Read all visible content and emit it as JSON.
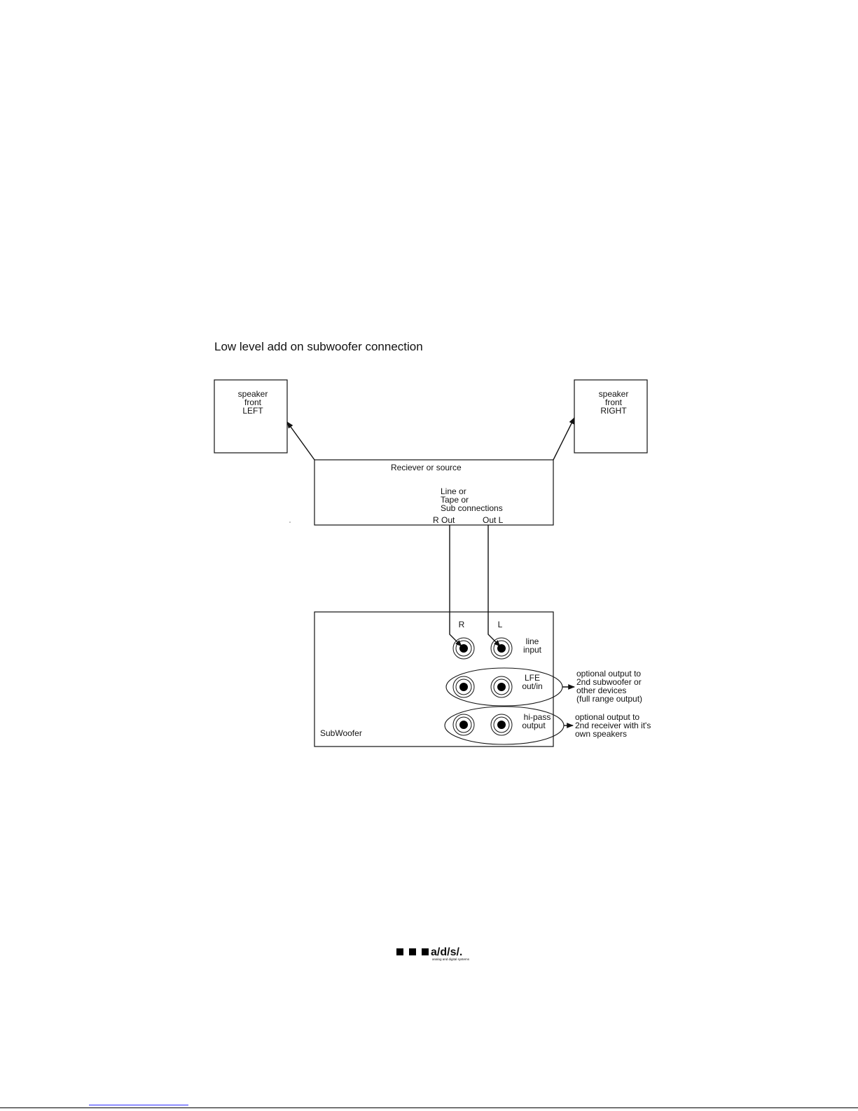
{
  "title": "Low level add on subwoofer connection",
  "speaker_left": {
    "lines": [
      "speaker",
      "front",
      "LEFT"
    ]
  },
  "speaker_right": {
    "lines": [
      "speaker",
      "front",
      "RIGHT"
    ]
  },
  "receiver": {
    "label": "Reciever or source",
    "connections_lines": [
      "Line or",
      "Tape or",
      "Sub connections"
    ],
    "r_out": "R Out",
    "l_out": "Out L"
  },
  "subwoofer": {
    "label": "SubWoofer",
    "channel_r": "R",
    "channel_l": "L",
    "line_input_lines": [
      "line",
      "input"
    ],
    "lfe_lines": [
      "LFE",
      "out/in"
    ],
    "hipass_lines": [
      "hi-pass",
      "output"
    ]
  },
  "notes": {
    "lfe_output_lines": [
      "optional output to",
      "2nd subwoofer or",
      "other devices",
      "(full range output)"
    ],
    "hipass_output_lines": [
      "optional output to",
      "2nd receiver with it's",
      "own speakers"
    ]
  },
  "logo": {
    "text": "a/d/s/.",
    "tagline": "analog and digital systems"
  }
}
